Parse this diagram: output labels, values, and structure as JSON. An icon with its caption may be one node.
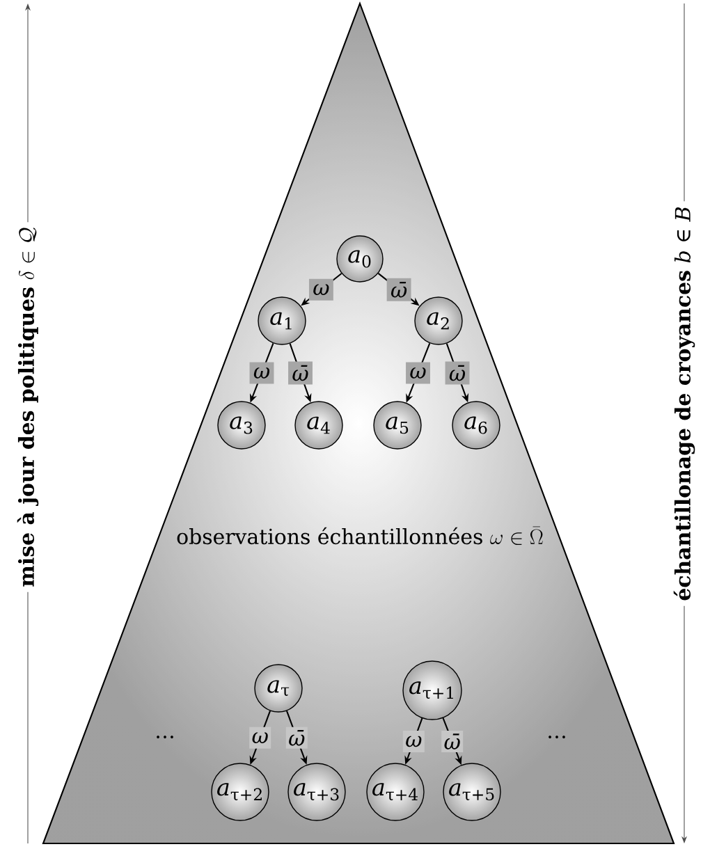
{
  "diagram": {
    "nodes": [
      {
        "text": [
          "\\mbox{observations échantillonnées}\\ \\omega \\in \\bar{\\Omega}"
        ]
      },
      {
        "text": [
          "*a*$_{0}$"
        ],
        "in": 0
      },
      {
        "text": [
          "*a*$_{1}$"
        ],
        "in": 0
      },
      {
        "text": [
          "*a*$_{2}$"
        ],
        "in": 0
      },
      {
        "text": [
          "*a*$_{3}$"
        ],
        "in": 0
      },
      {
        "text": [
          "*a*$_{4}$"
        ],
        "in": 0
      },
      {
        "text": [
          "*a*$_{5}$"
        ],
        "in": 0
      },
      {
        "text": [
          "*a*$_{6}$"
        ],
        "in": 0
      },
      {
        "text": [
          "*a*$_{τ}$"
        ],
        "in": 0
      },
      {
        "text": [
          "*a*$_{τ+1}$"
        ],
        "in": 0
      },
      {
        "text": [
          "*a*$_{τ+2}$"
        ],
        "in": 0
      },
      {
        "text": [
          "*a*$_{τ+3}$"
        ],
        "in": 0
      },
      {
        "text": [
          "*a*$_{τ+4}$"
        ],
        "in": 0
      },
      {
        "text": [
          "*a*$_{τ+5}$"
        ],
        "in": 0
      }
    ],
    "edges": [
      {
        "from": 1,
        "to": 2,
        "arrow": "to",
        "label": "*ω*"
      },
      {
        "from": 1,
        "to": 3,
        "arrow": "to",
        "label": "*ω̄*"
      },
      {
        "from": 2,
        "to": 4,
        "arrow": "to",
        "label": "*ω*"
      },
      {
        "from": 2,
        "to": 5,
        "arrow": "to",
        "label": "*ω̄*"
      },
      {
        "from": 3,
        "to": 6,
        "arrow": "to",
        "label": "*ω*"
      },
      {
        "from": 3,
        "to": 7,
        "arrow": "to",
        "label": "*ω̄*"
      },
      {
        "from": 8,
        "to": 10,
        "arrow": "to",
        "label": "*ω*"
      },
      {
        "from": 8,
        "to": 11,
        "arrow": "to",
        "label": "*ω̄*"
      },
      {
        "from": 9,
        "to": 12,
        "arrow": "to",
        "label": "*ω*"
      },
      {
        "from": 9,
        "to": 13,
        "arrow": "to",
        "label": "*ω̄*"
      }
    ],
    "labels": [
      "\\textbf{mise à jour des politiques}\\ \\delta \\in \\mathcal{Q}",
      "**échantillonage de croyances** *b* ∈ *B*",
      "…",
      "…"
    ]
  }
}
